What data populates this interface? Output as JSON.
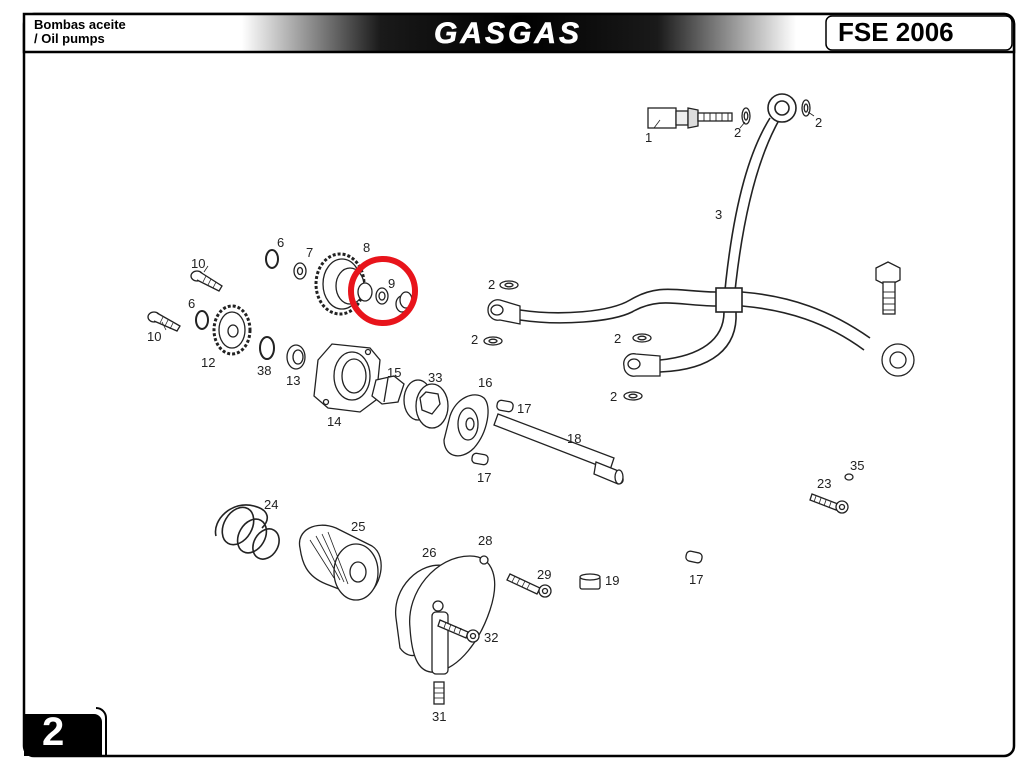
{
  "header": {
    "title_es": "Bombas aceite",
    "title_en": "/ Oil pumps",
    "brand": "GASGAS",
    "model": "FSE 2006"
  },
  "page_number": "2",
  "callouts": [
    {
      "label": "1"
    },
    {
      "label": "2"
    },
    {
      "label": "2"
    },
    {
      "label": "3"
    },
    {
      "label": "6"
    },
    {
      "label": "7"
    },
    {
      "label": "8"
    },
    {
      "label": "9"
    },
    {
      "label": "10"
    },
    {
      "label": "6"
    },
    {
      "label": "10"
    },
    {
      "label": "12"
    },
    {
      "label": "38"
    },
    {
      "label": "13"
    },
    {
      "label": "14"
    },
    {
      "label": "15"
    },
    {
      "label": "33"
    },
    {
      "label": "16"
    },
    {
      "label": "17"
    },
    {
      "label": "18"
    },
    {
      "label": "17"
    },
    {
      "label": "2"
    },
    {
      "label": "2"
    },
    {
      "label": "2"
    },
    {
      "label": "2"
    },
    {
      "label": "24"
    },
    {
      "label": "25"
    },
    {
      "label": "26"
    },
    {
      "label": "28"
    },
    {
      "label": "29"
    },
    {
      "label": "19"
    },
    {
      "label": "17"
    },
    {
      "label": "23"
    },
    {
      "label": "35"
    },
    {
      "label": "32"
    },
    {
      "label": "31"
    }
  ],
  "highlight": {
    "color": "#e8141b",
    "target": "9"
  }
}
